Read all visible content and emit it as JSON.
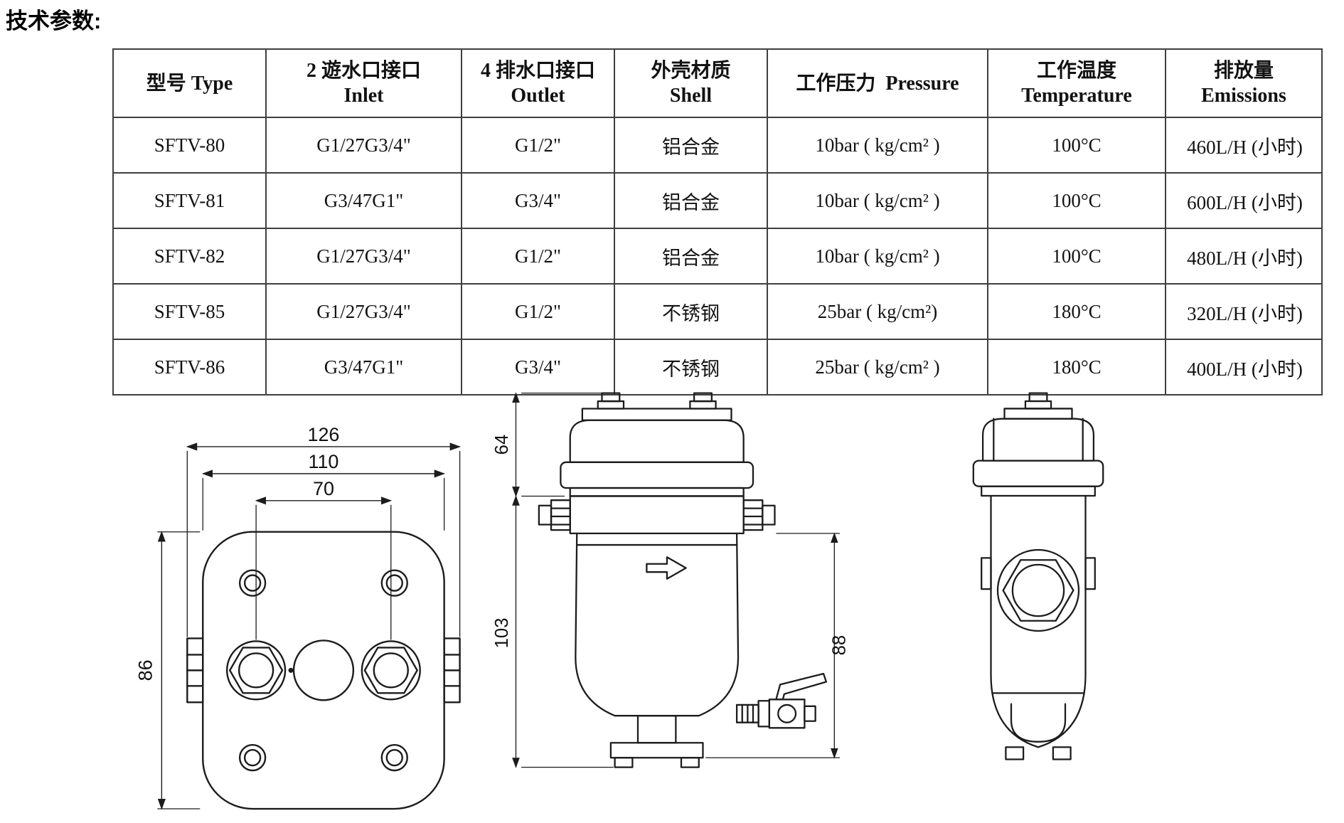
{
  "page": {
    "title": "技术参数:"
  },
  "table": {
    "columns": [
      {
        "zh": "型号 Type",
        "en": ""
      },
      {
        "zh": "2 遊水口接口",
        "en": "Inlet"
      },
      {
        "zh": "4 排水口接口",
        "en": "Outlet"
      },
      {
        "zh": "外壳材质",
        "en": "Shell"
      },
      {
        "zh": "工作压力  Pressure",
        "en": ""
      },
      {
        "zh": "工作温度",
        "en": "Temperature"
      },
      {
        "zh": "排放量",
        "en": "Emissions"
      }
    ],
    "rows": [
      {
        "type": "SFTV-80",
        "inlet": "G1/27G3/4\"",
        "outlet": "G1/2\"",
        "shell": "铝合金",
        "pressure": "10bar ( kg/cm² )",
        "temperature": "100°C",
        "emissions": "460L/H (小时)"
      },
      {
        "type": "SFTV-81",
        "inlet": "G3/47G1\"",
        "outlet": "G3/4\"",
        "shell": "铝合金",
        "pressure": "10bar ( kg/cm² )",
        "temperature": "100°C",
        "emissions": "600L/H (小时)"
      },
      {
        "type": "SFTV-82",
        "inlet": "G1/27G3/4\"",
        "outlet": "G1/2\"",
        "shell": "铝合金",
        "pressure": "10bar ( kg/cm² )",
        "temperature": "100°C",
        "emissions": "480L/H (小时)"
      },
      {
        "type": "SFTV-85",
        "inlet": "G1/27G3/4\"",
        "outlet": "G1/2\"",
        "shell": "不锈钢",
        "pressure": "25bar ( kg/cm²)",
        "temperature": "180°C",
        "emissions": "320L/H (小时)"
      },
      {
        "type": "SFTV-86",
        "inlet": "G3/47G1\"",
        "outlet": "G3/4\"",
        "shell": "不锈钢",
        "pressure": "25bar ( kg/cm² )",
        "temperature": "180°C",
        "emissions": "400L/H (小时)"
      }
    ]
  },
  "drawings": {
    "top_view": {
      "dims": {
        "overall_width": "126",
        "flange_width": "110",
        "port_spacing": "70",
        "body_height": "86"
      }
    },
    "front_view": {
      "dims": {
        "cap_height": "64",
        "body_height": "103",
        "right_height": "88"
      }
    }
  }
}
